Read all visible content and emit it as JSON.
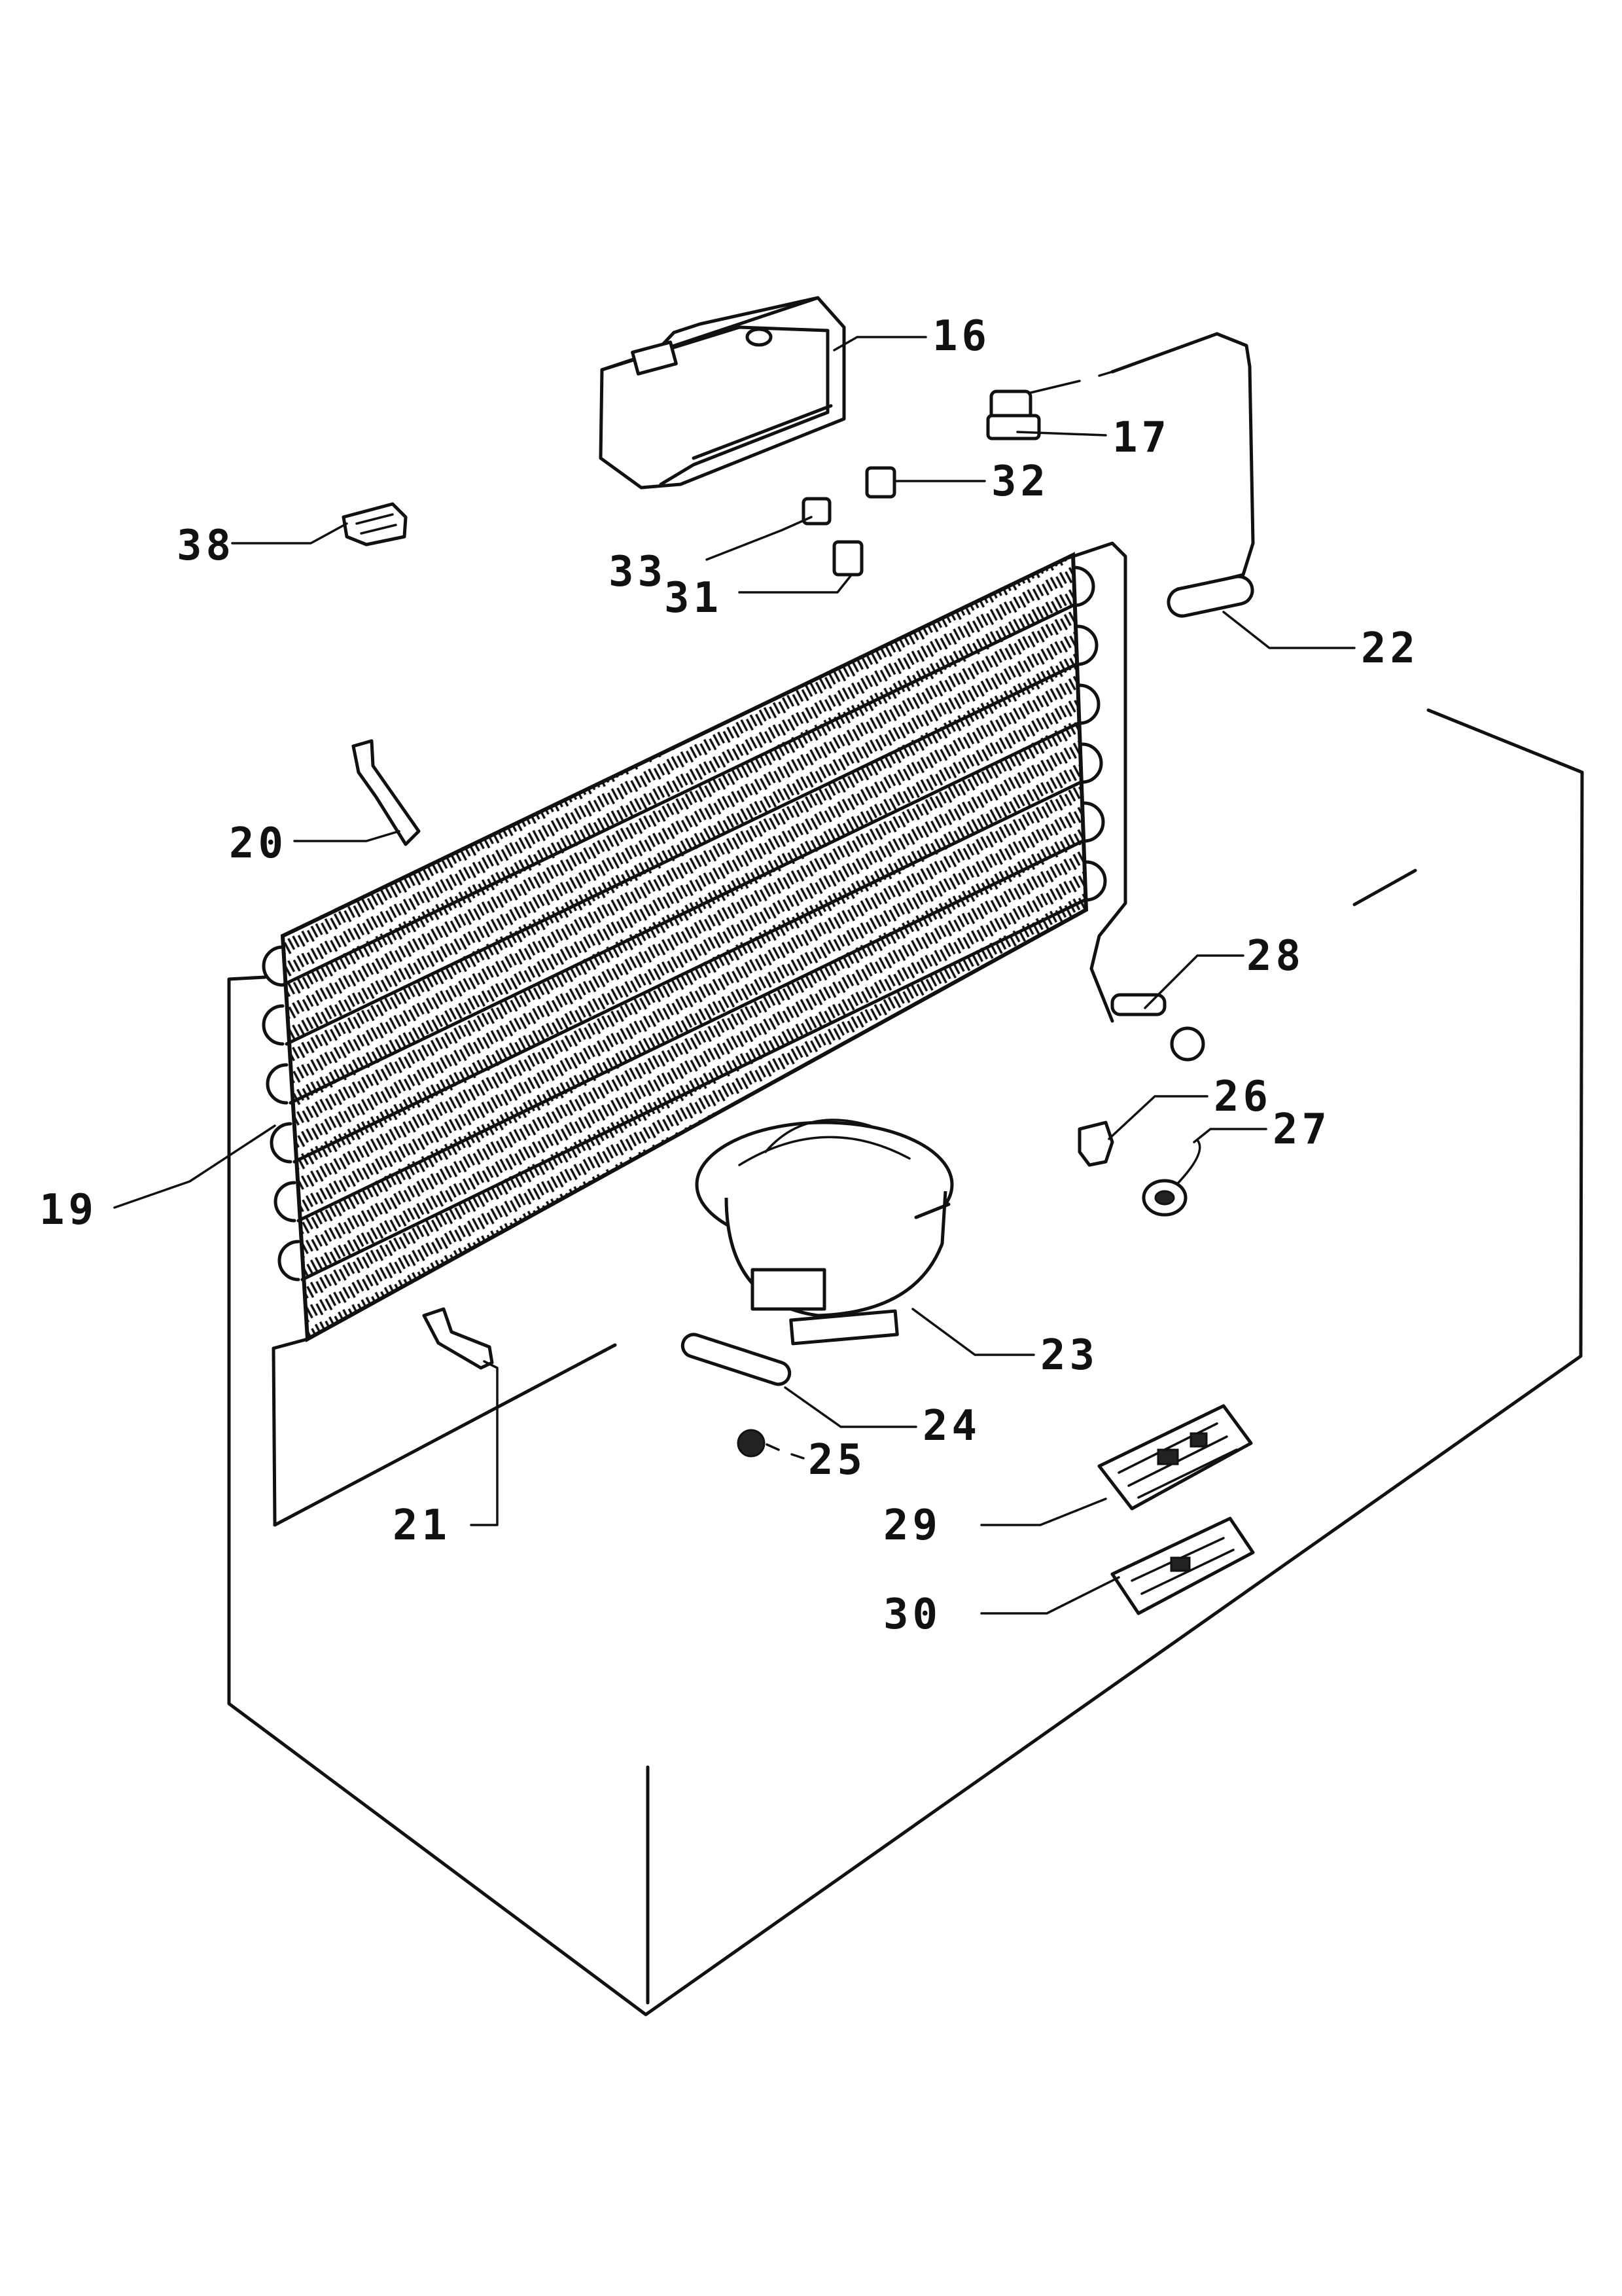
{
  "callouts": {
    "c16": "16",
    "c17": "17",
    "c19": "19",
    "c20": "20",
    "c21": "21",
    "c22": "22",
    "c23": "23",
    "c24": "24",
    "c25": "25",
    "c26": "26",
    "c27": "27",
    "c28": "28",
    "c29": "29",
    "c30": "30",
    "c31": "31",
    "c32": "32",
    "c33": "33",
    "c38": "38"
  },
  "colors": {
    "ink": "#111111",
    "paper": "#ffffff"
  }
}
